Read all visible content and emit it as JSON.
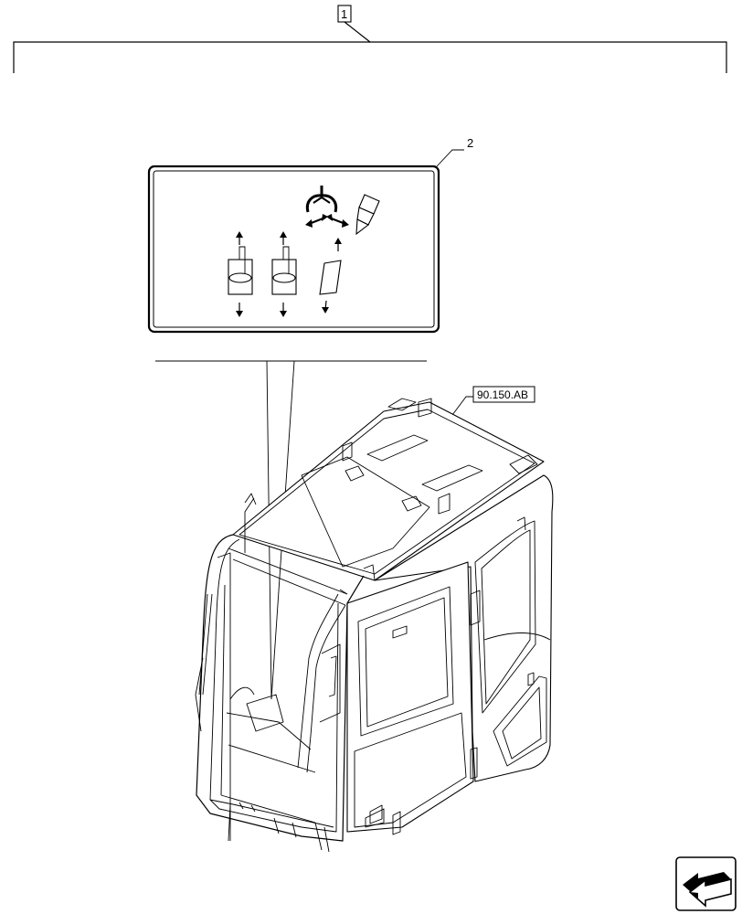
{
  "callouts": {
    "assembly_item": "1",
    "decal_item": "2",
    "reference_code": "90.150.AB"
  },
  "icons": {
    "decal_symbols": [
      "grapple-claw-icon",
      "rotate-arrows-icon",
      "pen-tool-icon",
      "joystick-lever-icon",
      "button-icon",
      "arrow-up-icon",
      "arrow-down-icon"
    ],
    "cab": "operator-cab-icon",
    "navigation": "page-navigation-arrow-icon"
  },
  "colors": {
    "line": "#000000",
    "background": "#ffffff"
  }
}
